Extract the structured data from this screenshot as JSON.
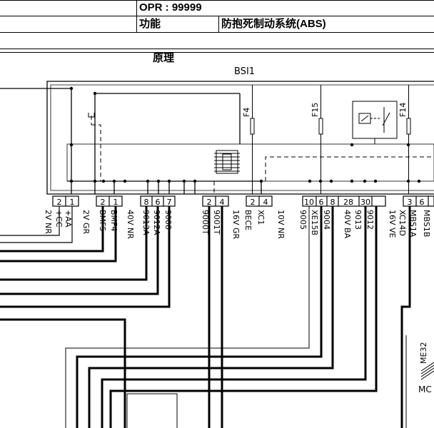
{
  "header": {
    "opr_label": "OPR : 99999",
    "function_label": "功能",
    "system_name": "防抱死制动系统(ABS)",
    "section_title": "原理"
  },
  "diagram": {
    "module_label": "BSI1",
    "fuses": [
      "F4",
      "F15",
      "F14"
    ],
    "pins_group1": [
      "2",
      "1",
      "2",
      "1",
      "8",
      "6",
      "7"
    ],
    "pins_group2": [
      "2",
      "4",
      "2",
      "4"
    ],
    "pins_group3": [
      "10",
      "6",
      "8",
      "28",
      "30",
      "3",
      "6"
    ],
    "wire_labels": [
      [
        "2V NR",
        "+CC",
        "+AA"
      ],
      [
        "2V GR",
        "BMF5",
        "BMF4"
      ],
      [
        "40V NR",
        "9013A",
        "9012A",
        "9008"
      ],
      [
        "9000T",
        "9001T"
      ],
      [
        "16V GR",
        "BECE",
        "XC1"
      ],
      [
        "10V NR"
      ],
      [
        "9005",
        "XE15B",
        "9004"
      ],
      [
        "40V BA",
        "9013",
        "9012"
      ],
      [
        "16V VE",
        "XC14D",
        "MBS1A",
        "MBS1B"
      ]
    ],
    "right_labels": [
      "ME32",
      "MC"
    ]
  }
}
